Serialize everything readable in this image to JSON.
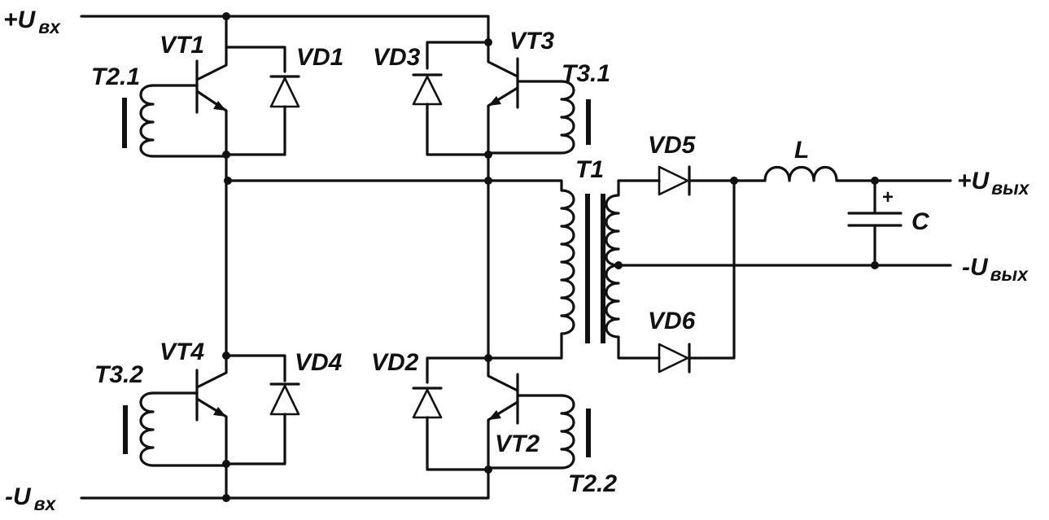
{
  "labels": {
    "vin_plus": "+U",
    "vin_minus": "-U",
    "vin_sub": "вх",
    "vout_plus": "+U",
    "vout_minus": "-U",
    "vout_sub": "вых",
    "vt1": "VT1",
    "vt2": "VT2",
    "vt3": "VT3",
    "vt4": "VT4",
    "vd1": "VD1",
    "vd2": "VD2",
    "vd3": "VD3",
    "vd4": "VD4",
    "vd5": "VD5",
    "vd6": "VD6",
    "t1": "T1",
    "t21": "T2.1",
    "t22": "T2.2",
    "t31": "T3.1",
    "t32": "T3.2",
    "l": "L",
    "c": "C",
    "c_plus": "+"
  }
}
